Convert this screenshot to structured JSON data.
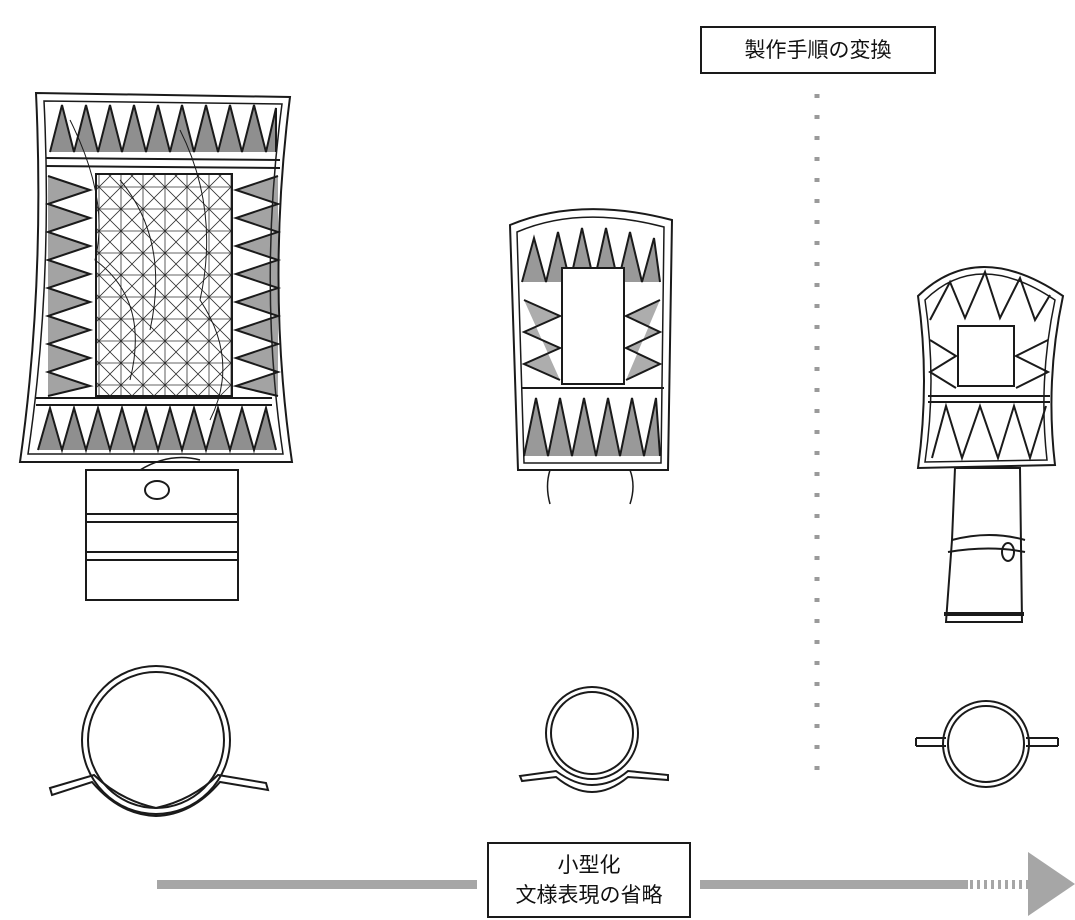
{
  "labels": {
    "process_change": "製作手順の変換",
    "arrow_line1": "小型化",
    "arrow_line2": "文様表現の省略"
  },
  "colors": {
    "ink": "#1a1a1a",
    "arrow": "#a6a6a6",
    "divider": "#9a9a9a"
  }
}
